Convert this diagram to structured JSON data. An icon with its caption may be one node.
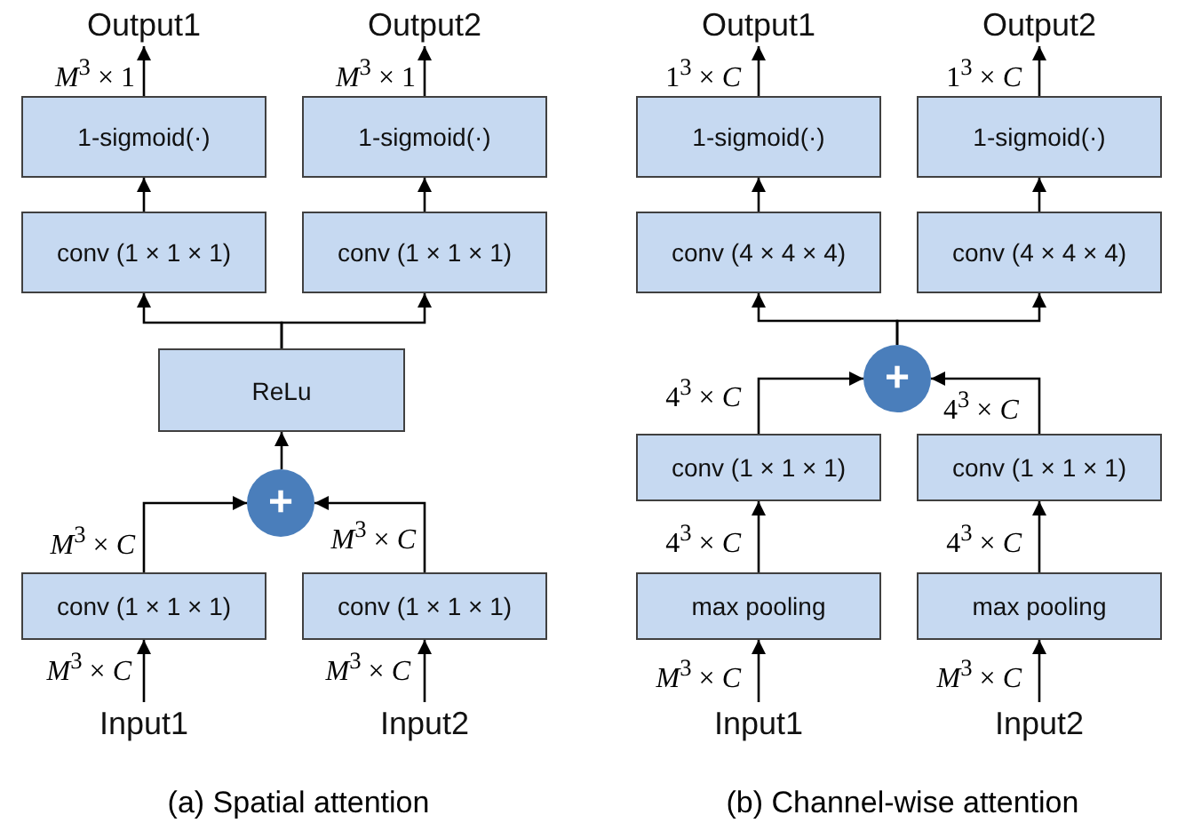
{
  "diagram": {
    "nodes": [
      {
        "text": [
          "Output1"
        ]
      },
      {
        "text": [
          "Output2"
        ]
      },
      {
        "text": [
          "1-sigmoid(·)"
        ]
      },
      {
        "text": [
          "1-sigmoid(·)"
        ]
      },
      {
        "text": [
          "conv (1 × 1 × 1)"
        ]
      },
      {
        "text": [
          "conv (1 × 1 × 1)"
        ]
      },
      {
        "text": [
          "ReLu"
        ]
      },
      {
        "text": [
          "+"
        ]
      },
      {
        "text": [
          "conv (1 × 1 × 1)"
        ]
      },
      {
        "text": [
          "conv (1 × 1 × 1)"
        ]
      },
      {
        "text": [
          "Input1"
        ]
      },
      {
        "text": [
          "Input2"
        ]
      },
      {
        "text": [
          "Output1"
        ]
      },
      {
        "text": [
          "Output2"
        ]
      },
      {
        "text": [
          "1-sigmoid(·)"
        ]
      },
      {
        "text": [
          "1-sigmoid(·)"
        ]
      },
      {
        "text": [
          "conv (4 × 4 × 4)"
        ]
      },
      {
        "text": [
          "conv (4 × 4 × 4)"
        ]
      },
      {
        "text": [
          "+"
        ]
      },
      {
        "text": [
          "conv (1 × 1 × 1)"
        ]
      },
      {
        "text": [
          "conv (1 × 1 × 1)"
        ]
      },
      {
        "text": [
          "max pooling"
        ]
      },
      {
        "text": [
          "max pooling"
        ]
      },
      {
        "text": [
          "Input1"
        ]
      },
      {
        "text": [
          "Input2"
        ]
      }
    ],
    "edges": [
      {
        "from": 4,
        "to": 2,
        "arrow": "to"
      },
      {
        "from": 5,
        "to": 3,
        "arrow": "to"
      },
      {
        "from": 2,
        "to": 0,
        "arrow": "to",
        "label": "*M*$^{3}$ × 1"
      },
      {
        "from": 3,
        "to": 1,
        "arrow": "to",
        "label": "*M*$^{3}$ × 1"
      },
      {
        "from": 6,
        "to": 4,
        "arrow": "to"
      },
      {
        "from": 6,
        "to": 5,
        "arrow": "to"
      },
      {
        "from": 7,
        "to": 6,
        "arrow": "to"
      },
      {
        "from": 8,
        "to": 7,
        "arrow": "to",
        "label": "*M*$^{3}$ × *C*"
      },
      {
        "from": 9,
        "to": 7,
        "arrow": "to",
        "label": "*M*$^{3}$ × *C*"
      },
      {
        "from": 10,
        "to": 8,
        "arrow": "to",
        "label": "*M*$^{3}$ × *C*"
      },
      {
        "from": 11,
        "to": 9,
        "arrow": "to",
        "label": "*M*$^{3}$ × *C*"
      },
      {
        "from": 16,
        "to": 14,
        "arrow": "to"
      },
      {
        "from": 17,
        "to": 15,
        "arrow": "to"
      },
      {
        "from": 14,
        "to": 12,
        "arrow": "to",
        "label": "1$^{3}$ × *C*"
      },
      {
        "from": 15,
        "to": 13,
        "arrow": "to",
        "label": "1$^{3}$ × *C*"
      },
      {
        "from": 18,
        "to": 16,
        "arrow": "to"
      },
      {
        "from": 18,
        "to": 17,
        "arrow": "to"
      },
      {
        "from": 19,
        "to": 18,
        "arrow": "to",
        "label": "4$^{3}$ × *C*"
      },
      {
        "from": 20,
        "to": 18,
        "arrow": "to",
        "label": "4$^{3}$ × *C*"
      },
      {
        "from": 21,
        "to": 19,
        "arrow": "to",
        "label": "4$^{3}$ × *C*"
      },
      {
        "from": 22,
        "to": 20,
        "arrow": "to",
        "label": "4$^{3}$ × *C*"
      },
      {
        "from": 23,
        "to": 21,
        "arrow": "to",
        "label": "*M*$^{3}$ × *C*"
      },
      {
        "from": 24,
        "to": 22,
        "arrow": "to",
        "label": "*M*$^{3}$ × *C*"
      }
    ],
    "labels": [
      "(a) Spatial attention",
      "(b) Channel-wise attention"
    ]
  }
}
